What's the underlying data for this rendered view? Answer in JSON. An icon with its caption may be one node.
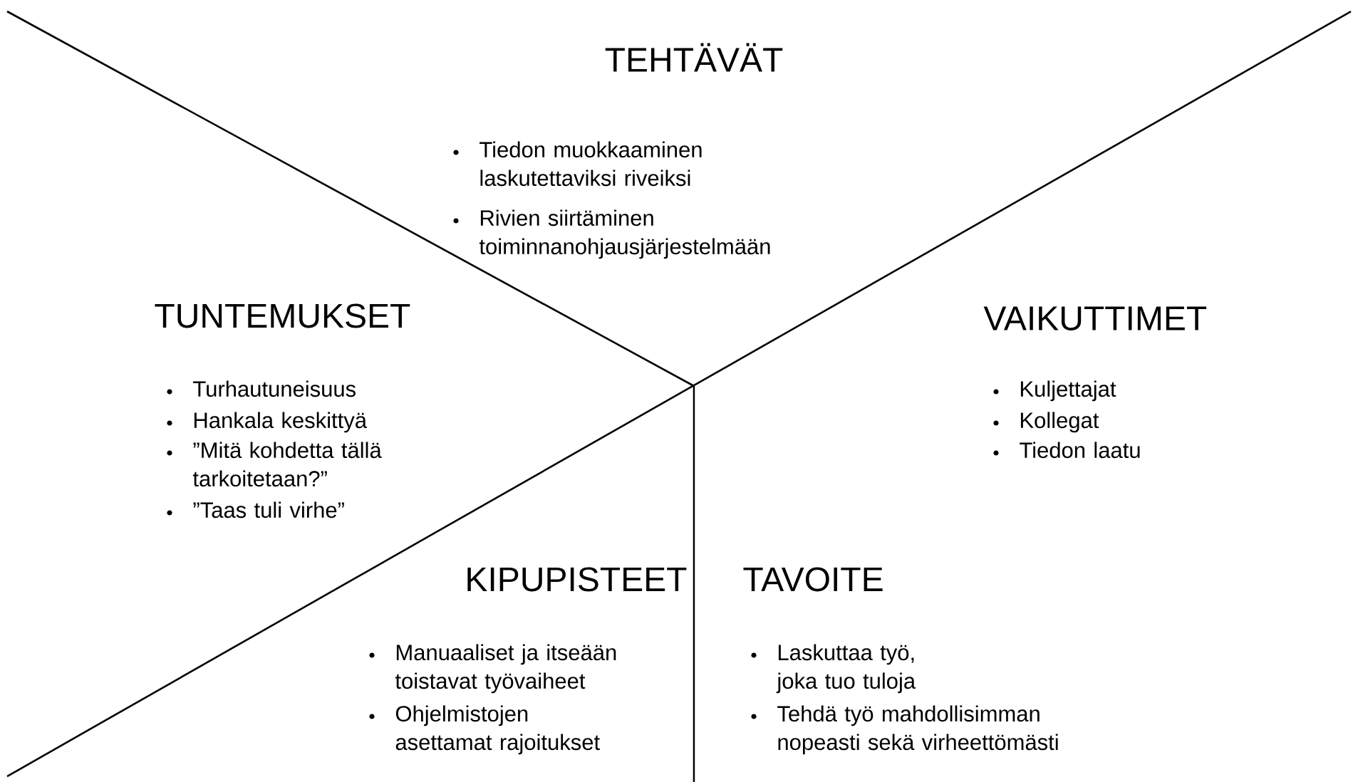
{
  "diagram": {
    "labels": [
      "TEHTÄVÄT",
      "Tiedon muokkaaminen laskutettaviksi riveiksi",
      "Rivien siirtäminen toiminnanohjausjärjestelmään",
      "TUNTEMUKSET",
      "Turhautuneisuus",
      "Hankala keskittyä",
      "”Mitä kohdetta tällä tarkoitetaan?”",
      "”Taas tuli virhe”",
      "VAIKUTTIMET",
      "Kuljettajat",
      "Kollegat",
      "Tiedon laatu",
      "KIPUPISTEET",
      "Manuaaliset ja itseään toistavat työvaiheet",
      "Ohjelmistojen asettamat rajoitukset",
      "TAVOITE",
      "Laskuttaa työ, joka tuo tuloja",
      "Tehdä työ mahdollisimman nopeasti sekä virheettömästi"
    ]
  }
}
